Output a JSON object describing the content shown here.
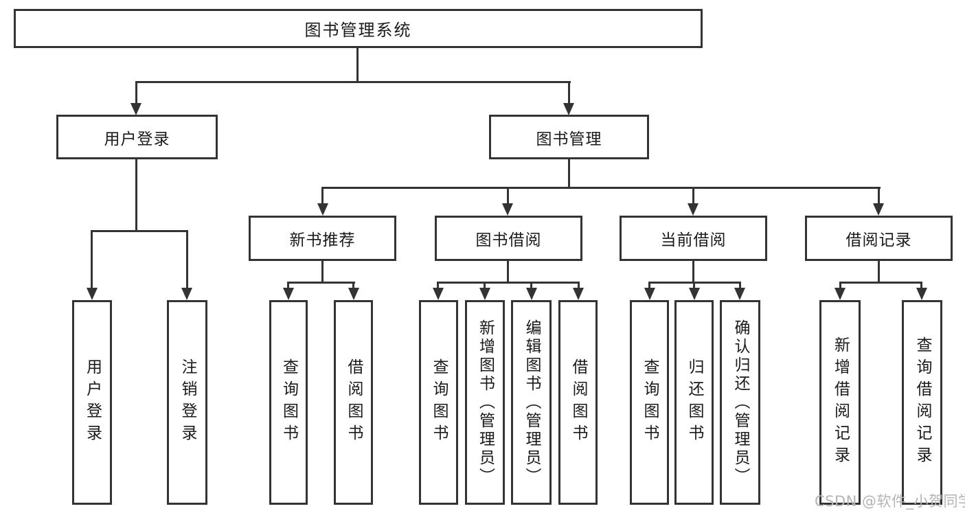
{
  "tree": {
    "root": {
      "label": "图书管理系统"
    },
    "branches": [
      {
        "label": "用户登录",
        "leaves": [
          {
            "label": "用户登录"
          },
          {
            "label": "注销登录"
          }
        ]
      },
      {
        "label": "图书管理",
        "groups": [
          {
            "label": "新书推荐",
            "leaves": [
              {
                "label": "查询图书"
              },
              {
                "label": "借阅图书"
              }
            ]
          },
          {
            "label": "图书借阅",
            "leaves": [
              {
                "label": "查询图书"
              },
              {
                "label": "新增图书（管理员）"
              },
              {
                "label": "编辑图书（管理员）"
              },
              {
                "label": "借阅图书"
              }
            ]
          },
          {
            "label": "当前借阅",
            "leaves": [
              {
                "label": "查询图书"
              },
              {
                "label": "归还图书"
              },
              {
                "label": "确认归还（管理员）"
              }
            ]
          },
          {
            "label": "借阅记录",
            "leaves": [
              {
                "label": "新增借阅记录"
              },
              {
                "label": "查询借阅记录"
              }
            ]
          }
        ]
      }
    ]
  },
  "watermark": {
    "text": "CSDN @软件_小贺同学"
  },
  "colors": {
    "line": "#333333",
    "text": "#1a1a1a",
    "background": "#ffffff",
    "watermark": "#b4b4b4"
  }
}
